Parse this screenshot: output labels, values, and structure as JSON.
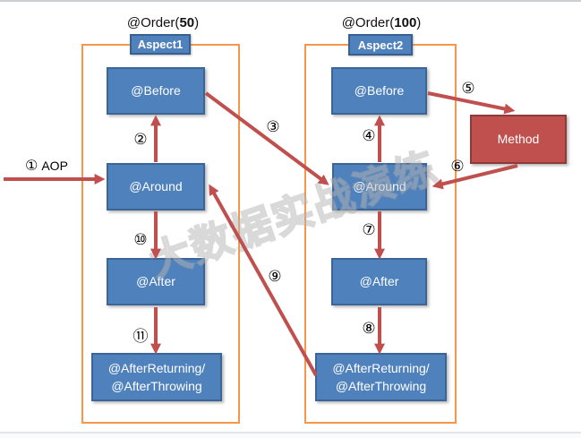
{
  "colors": {
    "box_blue": "#4F81BD",
    "box_blue_border": "#3A6596",
    "container_orange": "#F7964B",
    "arrow_red": "#C0504D",
    "method_red": "#C0504D",
    "method_red_border": "#8E3A38",
    "text_white": "#FFFFFF",
    "text_black": "#000000"
  },
  "annotations": {
    "order1": {
      "prefix": "@Order(",
      "value": "50",
      "suffix": ")"
    },
    "order2": {
      "prefix": "@Order(",
      "value": "100",
      "suffix": ")"
    },
    "entry": {
      "number": "①",
      "label": "AOP"
    }
  },
  "aspect1": {
    "title": "Aspect1",
    "boxes": {
      "before": "@Before",
      "around": "@Around",
      "after": "@After",
      "after_returning_line1": "@AfterReturning/",
      "after_returning_line2": "@AfterThrowing"
    }
  },
  "aspect2": {
    "title": "Aspect2",
    "boxes": {
      "before": "@Before",
      "around": "@Around",
      "after": "@After",
      "after_returning_line1": "@AfterReturning/",
      "after_returning_line2": "@AfterThrowing"
    }
  },
  "method": {
    "label": "Method"
  },
  "badges": {
    "b2": "②",
    "b3": "③",
    "b4": "④",
    "b5": "⑤",
    "b6": "⑥",
    "b7": "⑦",
    "b8": "⑧",
    "b9": "⑨",
    "b10": "⑩",
    "b11": "⑪"
  },
  "watermark": "大数据实战演练"
}
